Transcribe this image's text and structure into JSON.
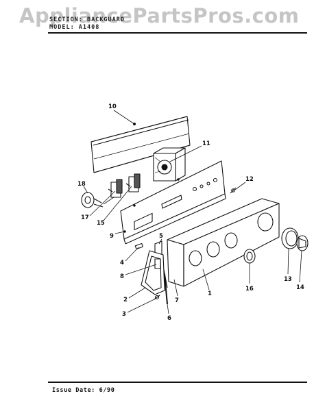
{
  "watermark": "AppliancePartsPros.com",
  "header": {
    "section_label": "SECTION:",
    "section_value": "BACKGUARD",
    "model_label": "MODEL:",
    "model_value": "A1408"
  },
  "footer": {
    "issue_date": "Issue Date: 6/90"
  },
  "callouts": [
    "10",
    "11",
    "12",
    "18",
    "17",
    "15",
    "9",
    "5",
    "4",
    "8",
    "2",
    "3",
    "6",
    "7",
    "1",
    "16",
    "13",
    "14"
  ]
}
